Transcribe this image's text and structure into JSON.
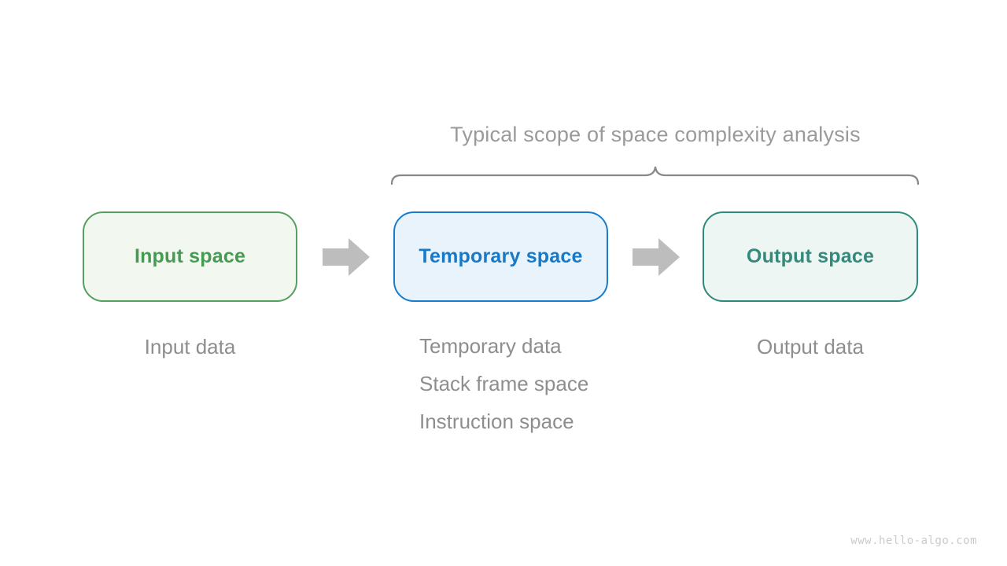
{
  "diagram": {
    "title": "Typical scope of space complexity analysis",
    "watermark": "www.hello-algo.com"
  },
  "boxes": [
    {
      "id": "input-space",
      "label": "Input space",
      "notes": [
        "Input data"
      ],
      "text_color": "#459b52",
      "border_color": "#55a05e",
      "fill_color": "#f2f8f0"
    },
    {
      "id": "temporary-space",
      "label": "Temporary space",
      "notes": [
        "Temporary data",
        "Stack frame space",
        "Instruction space"
      ],
      "text_color": "#1779c9",
      "border_color": "#1a7cc9",
      "fill_color": "#e9f3fb"
    },
    {
      "id": "output-space",
      "label": "Output space",
      "notes": [
        "Output data"
      ],
      "text_color": "#35897c",
      "border_color": "#2f897b",
      "fill_color": "#edf6f2"
    }
  ],
  "palette": {
    "arrow": "#bdbdbd",
    "brace": "#888888",
    "title_text": "#9a9a9a",
    "note_text": "#8e8e8e",
    "watermark_text": "#cbcbcb",
    "background": "#ffffff"
  }
}
